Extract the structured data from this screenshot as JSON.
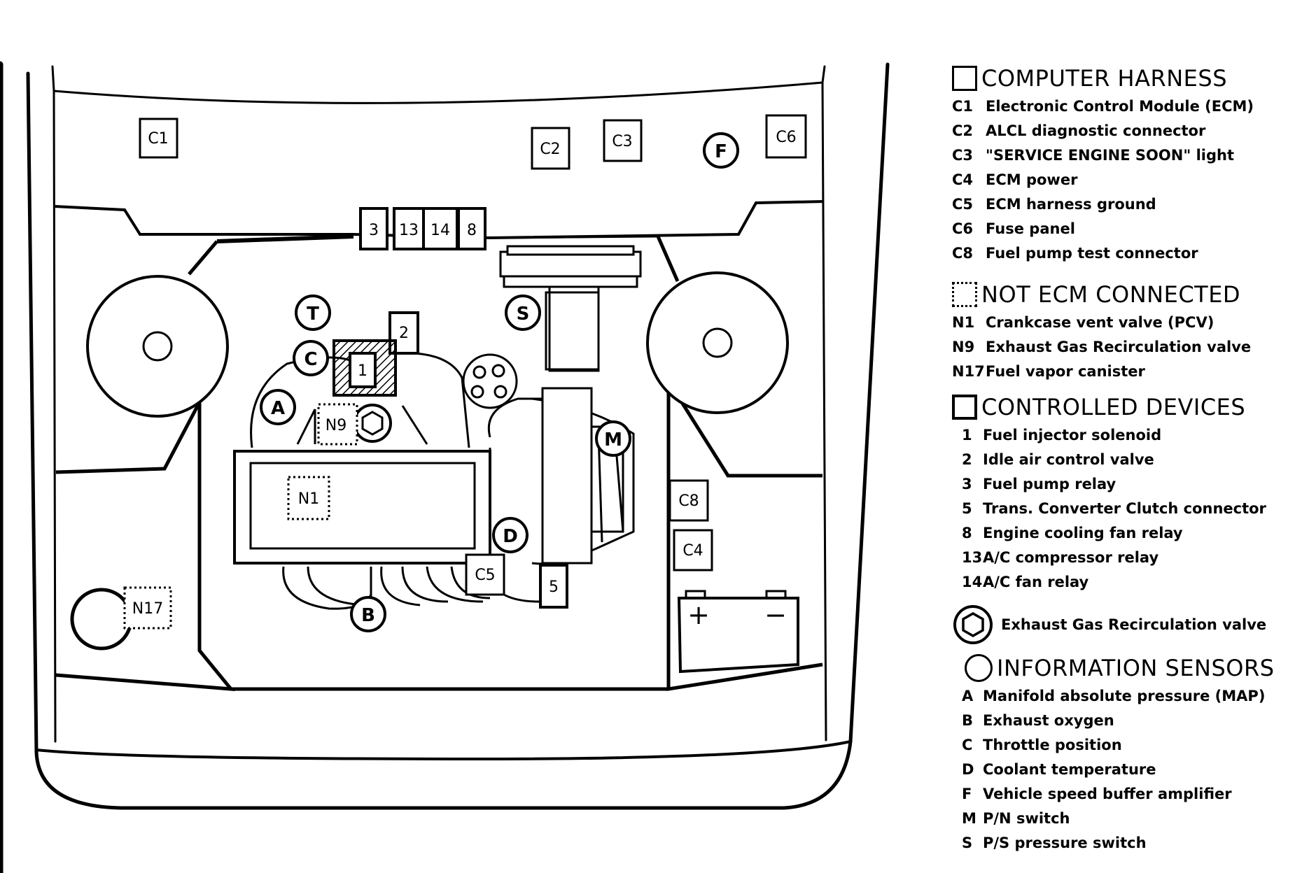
{
  "diagram": {
    "computer_harness_boxes": [
      "C1",
      "C2",
      "C3",
      "C6",
      "C8",
      "C4",
      "C5"
    ],
    "controlled_device_boxes": [
      "3",
      "13",
      "14",
      "8",
      "2",
      "1",
      "5"
    ],
    "not_ecm_boxes": [
      "N9",
      "N1",
      "N17"
    ],
    "sensor_circles": [
      "F",
      "T",
      "S",
      "C",
      "A",
      "M",
      "D",
      "B"
    ],
    "battery": {
      "positive": "+",
      "negative": "−"
    }
  },
  "legend": {
    "computer_harness": {
      "heading": "COMPUTER HARNESS",
      "items": [
        {
          "code": "C1",
          "label": "Electronic Control Module (ECM)"
        },
        {
          "code": "C2",
          "label": "ALCL diagnostic connector"
        },
        {
          "code": "C3",
          "label": "\"SERVICE ENGINE SOON\" light"
        },
        {
          "code": "C4",
          "label": "ECM power"
        },
        {
          "code": "C5",
          "label": "ECM harness ground"
        },
        {
          "code": "C6",
          "label": "Fuse panel"
        },
        {
          "code": "C8",
          "label": "Fuel pump test connector"
        }
      ]
    },
    "not_ecm_connected": {
      "heading": "NOT ECM CONNECTED",
      "items": [
        {
          "code": "N1",
          "label": "Crankcase vent valve (PCV)"
        },
        {
          "code": "N9",
          "label": "Exhaust Gas Recirculation valve"
        },
        {
          "code": "N17",
          "label": "Fuel vapor canister"
        }
      ]
    },
    "controlled_devices": {
      "heading": "CONTROLLED DEVICES",
      "items": [
        {
          "code": "1",
          "label": "Fuel injector solenoid"
        },
        {
          "code": "2",
          "label": "Idle air control valve"
        },
        {
          "code": "3",
          "label": "Fuel pump relay"
        },
        {
          "code": "5",
          "label": "Trans. Converter Clutch  connector"
        },
        {
          "code": "8",
          "label": "Engine cooling fan relay"
        },
        {
          "code": "13",
          "label": "A/C compressor relay"
        },
        {
          "code": "14",
          "label": "A/C  fan relay"
        }
      ]
    },
    "egr": {
      "label": "Exhaust Gas Recirculation valve"
    },
    "information_sensors": {
      "heading": "INFORMATION SENSORS",
      "items": [
        {
          "code": "A",
          "label": "Manifold absolute pressure  (MAP)"
        },
        {
          "code": "B",
          "label": "Exhaust oxygen"
        },
        {
          "code": "C",
          "label": "Throttle position"
        },
        {
          "code": "D",
          "label": "Coolant temperature"
        },
        {
          "code": "F",
          "label": "Vehicle speed buffer amplifier"
        },
        {
          "code": "M",
          "label": "P/N switch"
        },
        {
          "code": "S",
          "label": "P/S pressure switch"
        }
      ]
    }
  }
}
